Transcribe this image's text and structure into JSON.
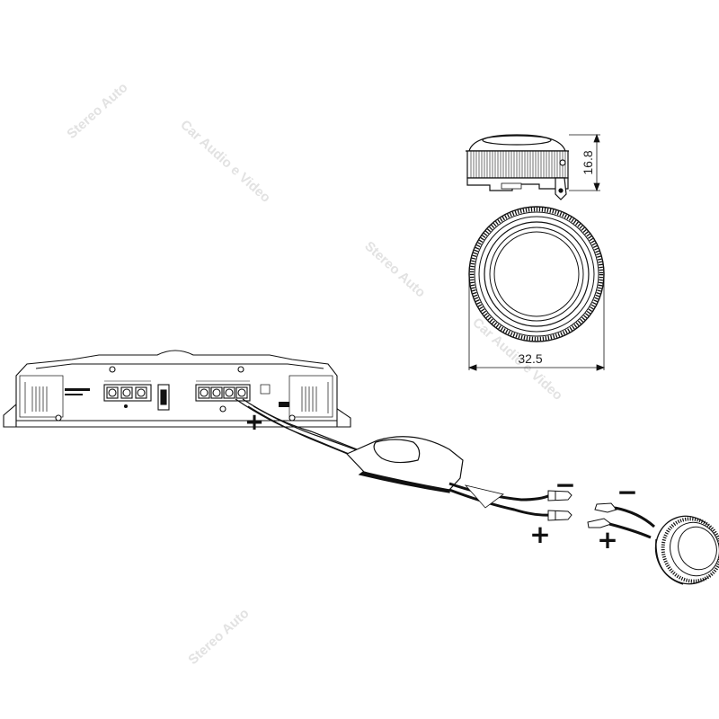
{
  "dimensions": {
    "height_label": "16.8",
    "diameter_label": "32.5"
  },
  "polarity": {
    "amp_plus": "+",
    "crossover_minus": "−",
    "crossover_plus": "+",
    "tweeter_minus": "−",
    "tweeter_plus": "+"
  },
  "watermark": {
    "text_1": "Stereo Auto",
    "text_2": "Car Audio e Video",
    "text_3": "Stereo Auto",
    "text_4": "Car Audio e Video",
    "text_5": "Stereo Auto"
  },
  "colors": {
    "line": "#111111",
    "watermark": "#e2e2e2"
  }
}
